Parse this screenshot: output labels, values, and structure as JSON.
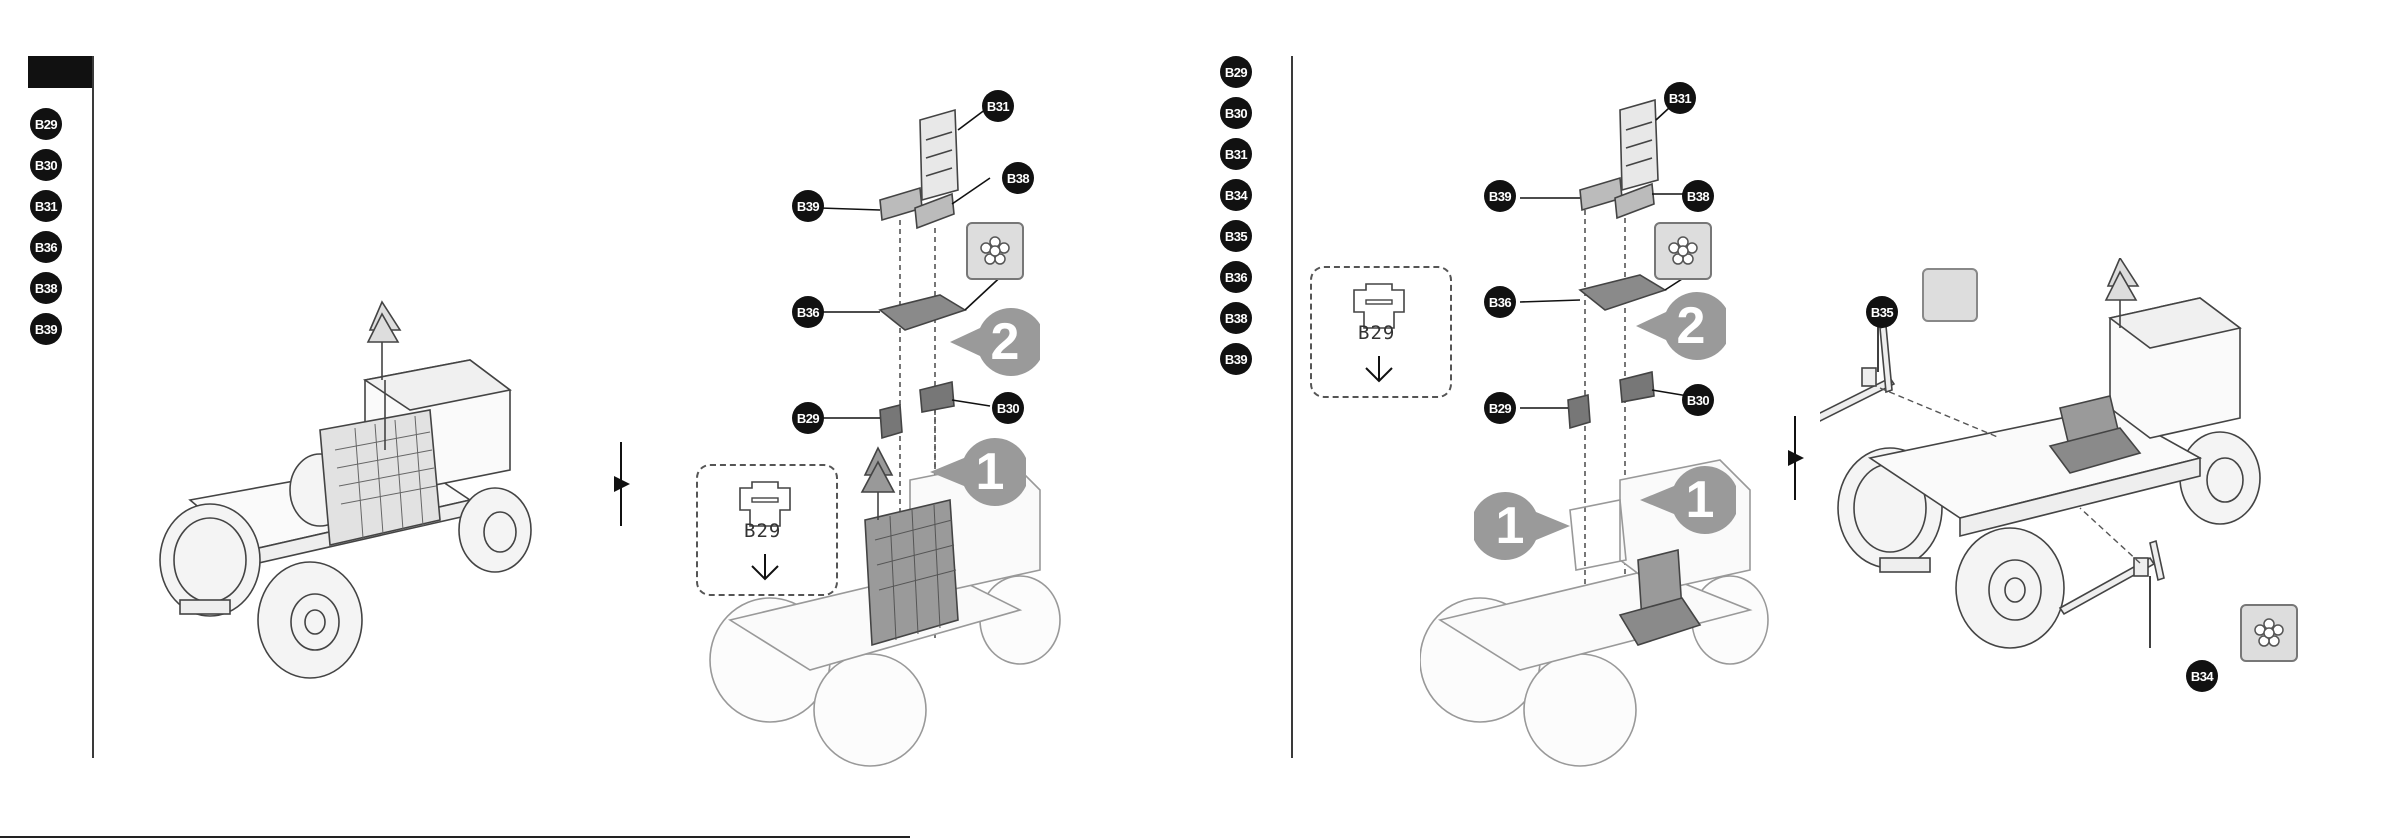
{
  "left_page": {
    "parts": [
      "B29",
      "B30",
      "B31",
      "B36",
      "B38",
      "B39"
    ],
    "callouts": {
      "b31": "B31",
      "b38": "B38",
      "b39": "B39",
      "b36": "B36",
      "b29": "B29",
      "b30": "B30"
    },
    "step_labels": {
      "step1": "1",
      "step2": "2"
    },
    "hint_label": "B29"
  },
  "right_page": {
    "parts": [
      "B29",
      "B30",
      "B31",
      "B34",
      "B35",
      "B36",
      "B38",
      "B39"
    ],
    "callouts": {
      "b31": "B31",
      "b39": "B39",
      "b38": "B38",
      "b36": "B36",
      "b29": "B29",
      "b30": "B30",
      "b35": "B35",
      "b34": "B34"
    },
    "step_labels": {
      "step2": "2",
      "step1a": "1",
      "step1b": "1"
    },
    "hint_label": "B29"
  },
  "icons": {
    "flower": "flower-gear-icon",
    "arrow": "triangle-right-icon",
    "down_arrow": "down-arrow-icon"
  },
  "colors": {
    "ink": "#111111",
    "part_gray": "#8a8a8a",
    "step_gray": "#9a9a9a",
    "outline": "#3a3a3a"
  }
}
